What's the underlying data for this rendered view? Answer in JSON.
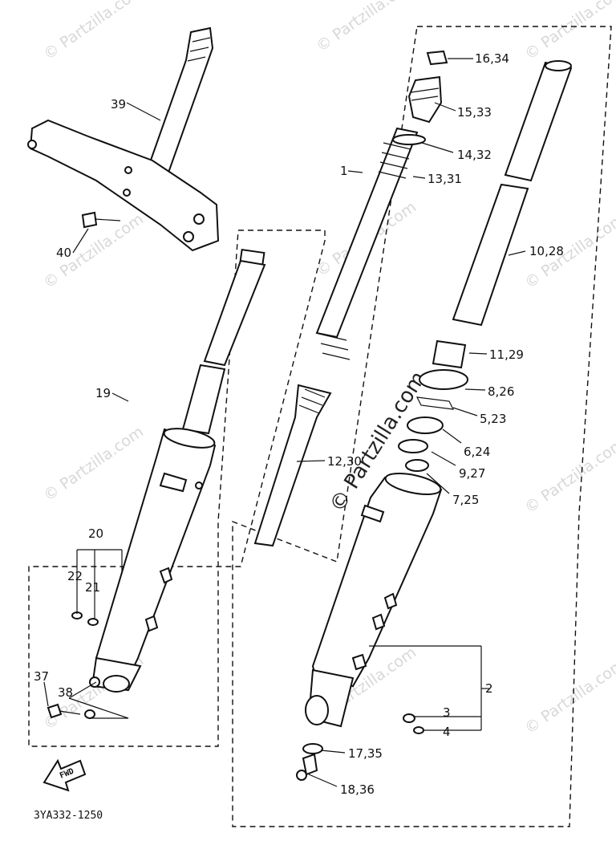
{
  "watermark": {
    "text": "© Partzilla.com"
  },
  "diagram_code": "3YA332-1250",
  "fwd_mark": "FWD",
  "callouts": {
    "c1": "1",
    "c2": "2",
    "c3": "3",
    "c4": "4",
    "c5_23": "5,23",
    "c6_24": "6,24",
    "c7_25": "7,25",
    "c8_26": "8,26",
    "c9_27": "9,27",
    "c10_28": "10,28",
    "c11_29": "11,29",
    "c12_30": "12,30",
    "c13_31": "13,31",
    "c14_32": "14,32",
    "c15_33": "15,33",
    "c16_34": "16,34",
    "c17_35": "17,35",
    "c18_36": "18,36",
    "c19": "19",
    "c20": "20",
    "c21": "21",
    "c22": "22",
    "c37": "37",
    "c38": "38",
    "c39": "39",
    "c40": "40"
  }
}
